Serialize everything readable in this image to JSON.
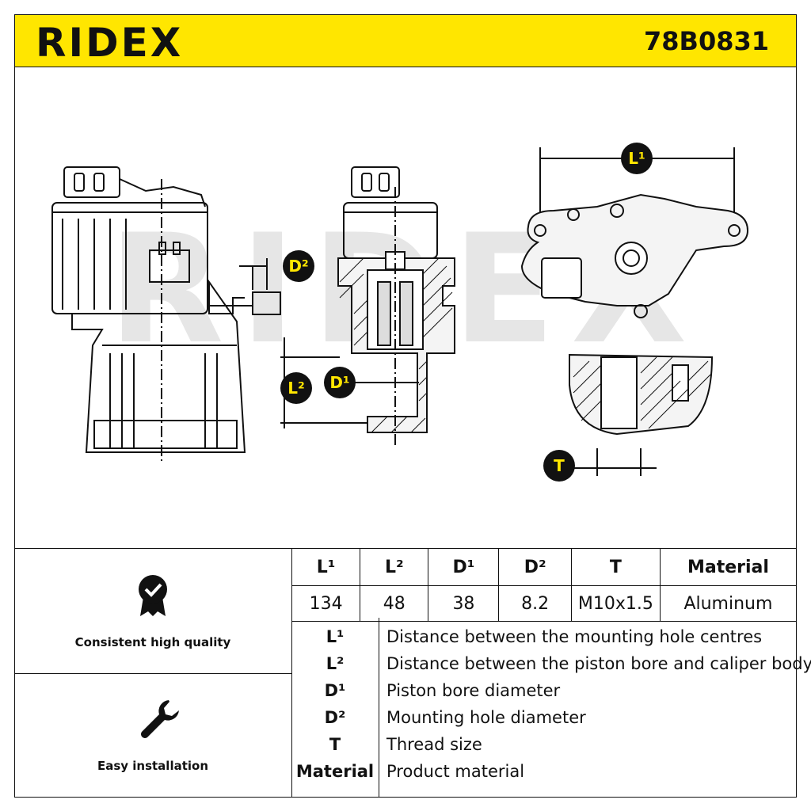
{
  "header": {
    "brand": "RIDEX",
    "part_number": "78B0831"
  },
  "drawing": {
    "watermark": "RIDEX",
    "callouts": {
      "l1": "L¹",
      "l2": "L²",
      "d1": "D¹",
      "d2": "D²",
      "t": "T"
    }
  },
  "features": [
    {
      "label": "Consistent high quality",
      "icon": "quality-badge-icon"
    },
    {
      "label": "Easy installation",
      "icon": "wrench-icon"
    }
  ],
  "spec_table": {
    "headers": [
      "L¹",
      "L²",
      "D¹",
      "D²",
      "T",
      "Material"
    ],
    "values": [
      "134",
      "48",
      "38",
      "8.2",
      "M10x1.5",
      "Aluminum"
    ]
  },
  "legend": [
    {
      "key": "L¹",
      "desc": "Distance between the mounting hole centres"
    },
    {
      "key": "L²",
      "desc": "Distance between the piston bore and caliper body"
    },
    {
      "key": "D¹",
      "desc": "Piston bore diameter"
    },
    {
      "key": "D²",
      "desc": "Mounting hole diameter"
    },
    {
      "key": "T",
      "desc": "Thread size"
    },
    {
      "key": "Material",
      "desc": "Product material"
    }
  ],
  "colors": {
    "accent": "#ffe600",
    "ink": "#111111",
    "watermark": "#e6e6e6"
  }
}
